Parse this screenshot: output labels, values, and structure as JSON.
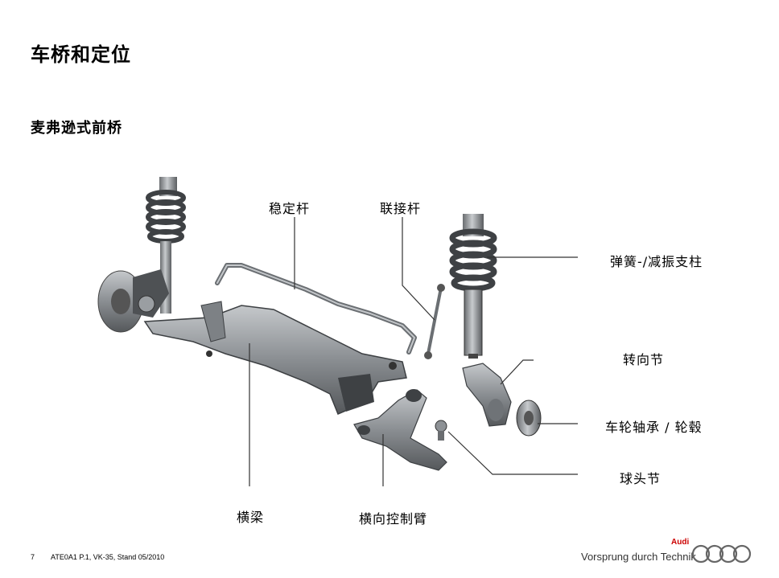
{
  "page": {
    "title": "车桥和定位",
    "subtitle": "麦弗逊式前桥"
  },
  "labels": {
    "stabilizer_bar": "稳定杆",
    "coupling_rod": "联接杆",
    "spring_strut": "弹簧-/减振支柱",
    "steering_knuckle": "转向节",
    "wheel_bearing_hub": "车轮轴承 / 轮毂",
    "ball_joint": "球头节",
    "subframe": "横梁",
    "track_control_arm": "横向控制臂"
  },
  "footer": {
    "page_number": "7",
    "reference": "ATE0A1 P.1, VK-35, Stand 05/2010",
    "slogan": "Vorsprung durch Technik",
    "brand": "Audi"
  },
  "colors": {
    "text": "#000000",
    "leader_line": "#333333",
    "brand_red": "#cc0000",
    "part_metal": "#8c9094",
    "part_dark": "#4a4d50"
  },
  "icons": [
    "audi-rings-logo"
  ]
}
